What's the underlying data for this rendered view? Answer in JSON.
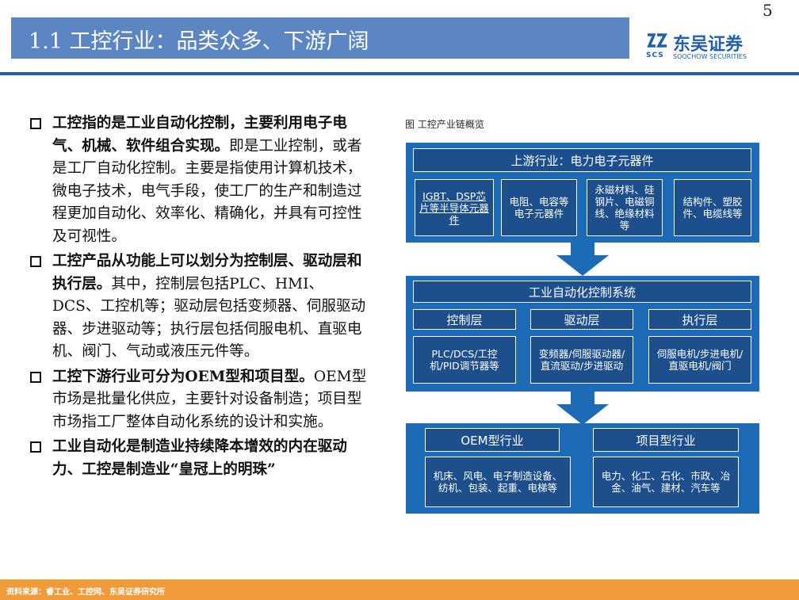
{
  "header": {
    "title": "1.1 工控行业：品类众多、下游广阔",
    "logo_cn": "东吴证券",
    "logo_abbr": "SCS",
    "logo_en": "SOOCHOW SECURITIES"
  },
  "bullets": [
    {
      "bold": "工控指的是工业自动化控制，主要利用电子电气、机械、软件组合实现。",
      "normal": "即是工业控制，或者是工厂自动化控制。主要是指使用计算机技术，微电子技术，电气手段，使工厂的生产和制造过程更加自动化、效率化、精确化，并具有可控性及可视性。"
    },
    {
      "bold": "工控产品从功能上可以划分为控制层、驱动层和执行层。",
      "normal": "其中，控制层包括PLC、HMI、DCS、工控机等；驱动层包括变频器、伺服驱动器、步进驱动等；执行层包括伺服电机、直驱电机、阀门、气动或液压元件等。"
    },
    {
      "bold": "工控下游行业可分为OEM型和项目型。",
      "normal": "OEM型市场是批量化供应，主要针对设备制造；项目型市场指工厂整体自动化系统的设计和实施。"
    },
    {
      "bold": "工业自动化是制造业持续降本增效的内在驱动力、工控是制造业“皇冠上的明珠”",
      "normal": ""
    }
  ],
  "figure": {
    "caption": "图 工控产业链概览",
    "upstream": {
      "title": "上游行业：电力电子元器件",
      "items": [
        "IGBT、DSP芯片等半导体元器件",
        "电阻、电容等电子元器件",
        "永磁材料、硅钢片、电磁铜线、绝缘材料等",
        "结构件、塑胶件、电缆线等"
      ]
    },
    "middle": {
      "title": "工业自动化控制系统",
      "layers": [
        "控制层",
        "驱动层",
        "执行层"
      ],
      "items": [
        "PLC/DCS/工控机/PID调节器等",
        "变频器/伺服驱动器/直流驱动/步进驱动",
        "伺服电机/步进电机/直驱电机/阀门"
      ]
    },
    "downstream": {
      "types": [
        "OEM型行业",
        "项目型行业"
      ],
      "items": [
        "机床、风电、电子制造设备、纺机、包装、起重、电梯等",
        "电力、化工、石化、市政、冶金、油气、建材、汽车等"
      ]
    }
  },
  "footer": {
    "source": "资料来源：睿工业、工控网、东吴证券研究所",
    "page": "5"
  },
  "colors": {
    "title_bar": "#5b86c2",
    "brand_blue": "#1f5fae",
    "panel_blue": "#1d6bb6",
    "box_navy": "#1d4f8c",
    "footer_orange": "#f19a3a"
  }
}
